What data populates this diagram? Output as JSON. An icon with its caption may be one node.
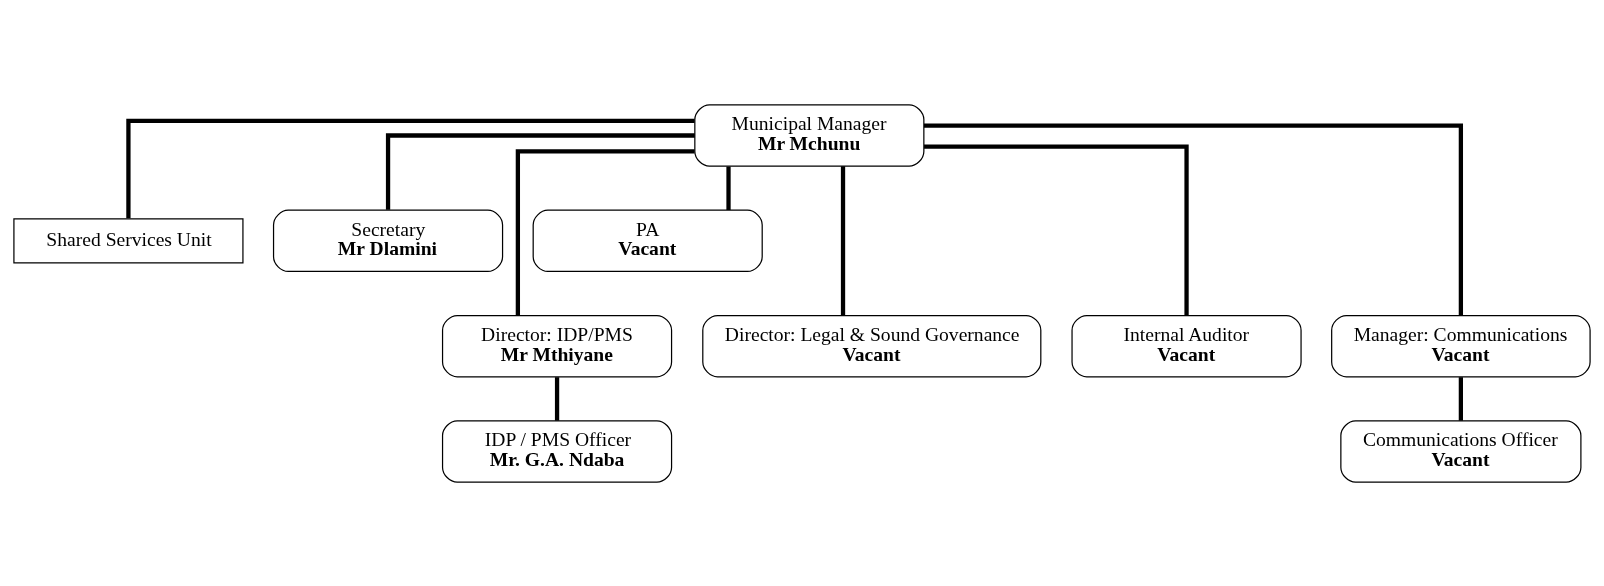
{
  "diagram": {
    "nodes": [
      {
        "text": [
          "Municipal Manager",
          "Mr Mchunu"
        ]
      },
      {
        "text": [
          "Shared Services Unit"
        ]
      },
      {
        "text": [
          "Secretary",
          "Mr Dlamini"
        ]
      },
      {
        "text": [
          "PA",
          "Vacant"
        ]
      },
      {
        "text": [
          "Director: IDP/PMS",
          "Mr Mthiyane"
        ]
      },
      {
        "text": [
          "Director: Legal & Sound Governance",
          "Vacant"
        ]
      },
      {
        "text": [
          "Internal Auditor",
          "Vacant"
        ]
      },
      {
        "text": [
          "Manager: Communications",
          "Vacant"
        ]
      },
      {
        "text": [
          "IDP / PMS Officer",
          "Mr. G.A. Ndaba"
        ]
      },
      {
        "text": [
          "Communications Officer",
          "Vacant"
        ]
      }
    ],
    "edges": [
      {
        "from": 0,
        "to": 1,
        "arrow": "none"
      },
      {
        "from": 0,
        "to": 2,
        "arrow": "none"
      },
      {
        "from": 0,
        "to": 3,
        "arrow": "none"
      },
      {
        "from": 0,
        "to": 4,
        "arrow": "none"
      },
      {
        "from": 0,
        "to": 5,
        "arrow": "none"
      },
      {
        "from": 0,
        "to": 6,
        "arrow": "none"
      },
      {
        "from": 0,
        "to": 7,
        "arrow": "none"
      },
      {
        "from": 4,
        "to": 8,
        "arrow": "none"
      },
      {
        "from": 7,
        "to": 9,
        "arrow": "none"
      }
    ]
  }
}
